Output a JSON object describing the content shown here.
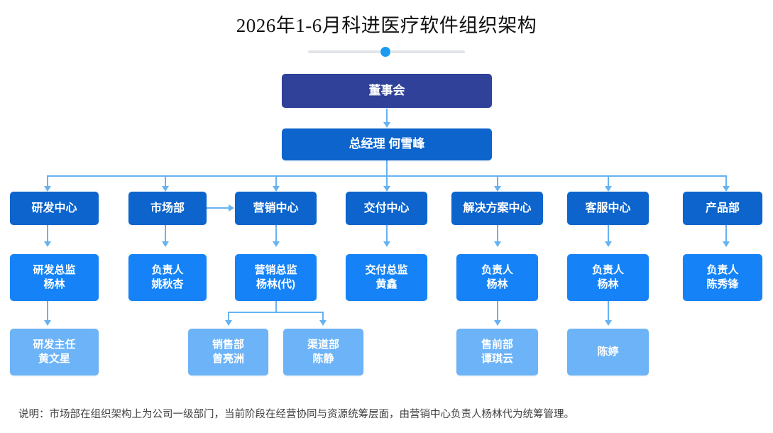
{
  "header": {
    "title": "2026年1-6月科进医疗软件组织架构"
  },
  "slider": {
    "name": "page-slider",
    "value_percent": 50,
    "track_color": "#e2e4e8",
    "knob_color": "#1a9bf0"
  },
  "palette": {
    "board": "#2f4199",
    "executive": "#0c64cc",
    "department": "#0c64cc",
    "manager": "#1583f7",
    "team": "#6cb3f7",
    "connector": "#67b2f0",
    "title_text": "#111111",
    "footnote_text": "#404040",
    "background": "#ffffff"
  },
  "chart_data": {
    "type": "diagram",
    "subtype": "org-chart",
    "levels": [
      "board",
      "executive",
      "department",
      "manager",
      "team"
    ],
    "nodes": [
      {
        "id": "board",
        "label": "董事会",
        "level": "board",
        "parent": null
      },
      {
        "id": "gm",
        "label": "总经理 何雪峰",
        "level": "executive",
        "parent": "board"
      },
      {
        "id": "rd",
        "label": "研发中心",
        "level": "department",
        "parent": "gm"
      },
      {
        "id": "mkt",
        "label": "市场部",
        "level": "department",
        "parent": "gm"
      },
      {
        "id": "sales_center",
        "label": "营销中心",
        "level": "department",
        "parent": "gm"
      },
      {
        "id": "delivery",
        "label": "交付中心",
        "level": "department",
        "parent": "gm"
      },
      {
        "id": "solution",
        "label": "解决方案中心",
        "level": "department",
        "parent": "gm"
      },
      {
        "id": "service",
        "label": "客服中心",
        "level": "department",
        "parent": "gm"
      },
      {
        "id": "product",
        "label": "产品部",
        "level": "department",
        "parent": "gm"
      },
      {
        "id": "rd_head",
        "title": "研发总监",
        "person": "杨林",
        "level": "manager",
        "parent": "rd"
      },
      {
        "id": "mkt_head",
        "title": "负责人",
        "person": "姚秋杏",
        "level": "manager",
        "parent": "mkt"
      },
      {
        "id": "sales_head",
        "title": "营销总监",
        "person": "杨林(代)",
        "level": "manager",
        "parent": "sales_center"
      },
      {
        "id": "delivery_head",
        "title": "交付总监",
        "person": "黄鑫",
        "level": "manager",
        "parent": "delivery"
      },
      {
        "id": "solution_head",
        "title": "负责人",
        "person": "杨林",
        "level": "manager",
        "parent": "solution"
      },
      {
        "id": "service_head",
        "title": "负责人",
        "person": "杨林",
        "level": "manager",
        "parent": "service"
      },
      {
        "id": "product_head",
        "title": "负责人",
        "person": "陈秀锋",
        "level": "manager",
        "parent": "product"
      },
      {
        "id": "rd_team",
        "title": "研发主任",
        "person": "黄文星",
        "level": "team",
        "parent": "rd_head"
      },
      {
        "id": "sales_team",
        "title": "销售部",
        "person": "曾亮洲",
        "level": "team",
        "parent": "sales_head"
      },
      {
        "id": "channel_team",
        "title": "渠道部",
        "person": "陈静",
        "level": "team",
        "parent": "sales_head"
      },
      {
        "id": "presales_team",
        "title": "售前部",
        "person": "谭琪云",
        "level": "team",
        "parent": "solution_head"
      },
      {
        "id": "service_team",
        "title": "陈婷",
        "person": "",
        "level": "team",
        "parent": "service_head"
      }
    ],
    "dotted_relation": {
      "from": "mkt",
      "to": "sales_center",
      "style": "arrow",
      "meaning": "代为统筹管理"
    }
  },
  "boxes": {
    "board": "董事会",
    "gm": "总经理 何雪峰",
    "dept_rd": "研发中心",
    "dept_mkt": "市场部",
    "dept_sales": "营销中心",
    "dept_delivery": "交付中心",
    "dept_solution": "解决方案中心",
    "dept_service": "客服中心",
    "dept_product": "产品部",
    "mgr_rd": "研发总监\n杨林",
    "mgr_mkt": "负责人\n姚秋杏",
    "mgr_sales": "营销总监\n杨林(代)",
    "mgr_delivery": "交付总监\n黄鑫",
    "mgr_solution": "负责人\n杨林",
    "mgr_service": "负责人\n杨林",
    "mgr_product": "负责人\n陈秀锋",
    "team_rd": "研发主任\n黄文星",
    "team_sales": "销售部\n曾亮洲",
    "team_channel": "渠道部\n陈静",
    "team_presales": "售前部\n谭琪云",
    "team_service": "陈婷"
  },
  "footer": {
    "note": "说明：市场部在组织架构上为公司一级部门，当前阶段在经营协同与资源统筹层面，由营销中心负责人杨林代为统筹管理。"
  }
}
